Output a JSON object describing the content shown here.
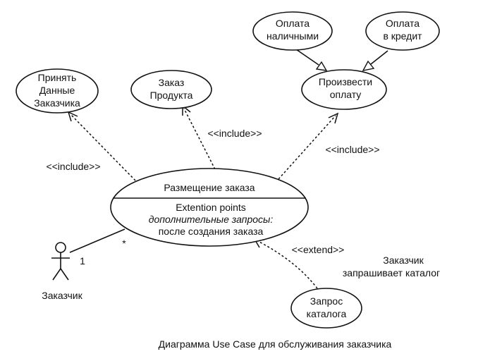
{
  "use_cases": {
    "accept_data": [
      "Принять",
      "Данные",
      "Заказчика"
    ],
    "order_product": [
      "Заказ",
      "Продукта"
    ],
    "cash_payment": [
      "Оплата",
      "наличными"
    ],
    "credit_payment": [
      "Оплата",
      "в кредит"
    ],
    "make_payment": [
      "Произвести",
      "оплату"
    ],
    "place_order": {
      "name": "Размещение заказа",
      "ext_title": "Extention points",
      "ext_point_1": "дополнительные запросы:",
      "ext_point_2": "после создания заказа"
    },
    "catalog_request": [
      "Запрос",
      "каталога"
    ]
  },
  "relations": {
    "include": "<<include>>",
    "extend": "<<extend>>"
  },
  "actor": {
    "name": "Заказчик",
    "multiplicity_actor": "1",
    "multiplicity_usecase": "*"
  },
  "condition": [
    "Заказчик",
    "запрашивает каталог"
  ],
  "caption": "Диаграмма Use Case для обслуживания заказчика"
}
